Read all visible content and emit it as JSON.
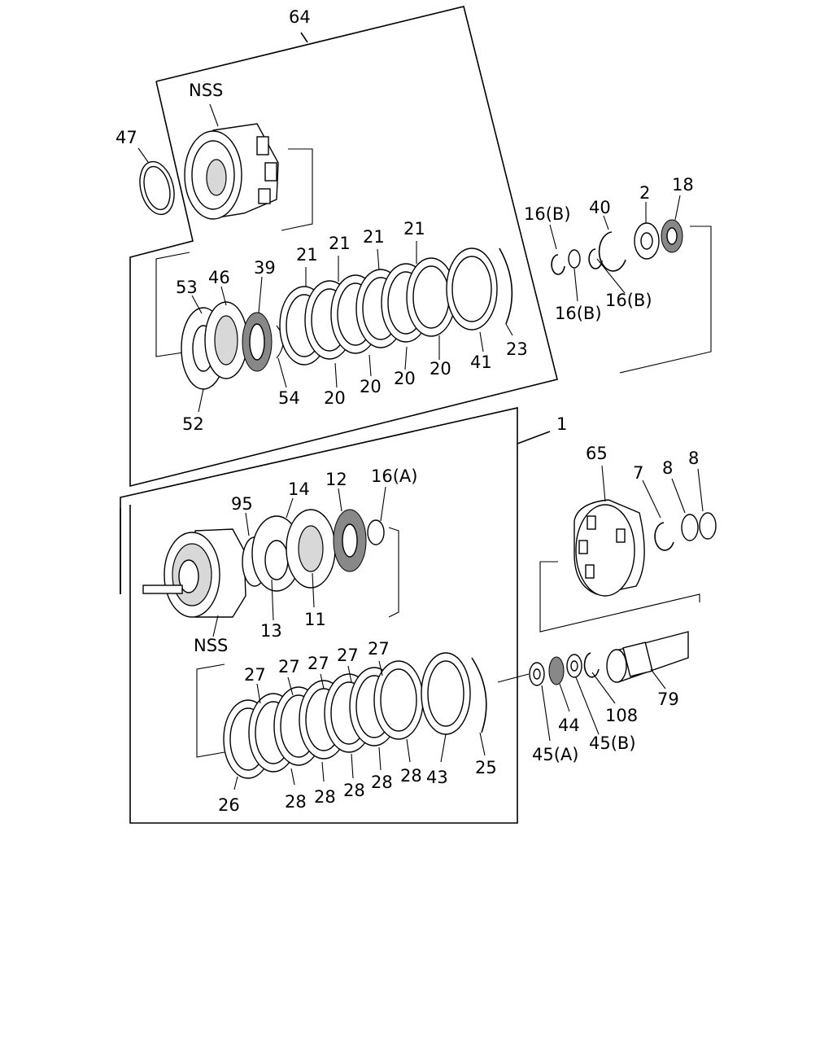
{
  "labels": {
    "l64": "64",
    "lnss1": "NSS",
    "l47": "47",
    "l53": "53",
    "l46": "46",
    "l39": "39",
    "l52": "52",
    "l54": "54",
    "l21a": "21",
    "l21b": "21",
    "l21c": "21",
    "l21d": "21",
    "l20a": "20",
    "l20b": "20",
    "l20c": "20",
    "l20d": "20",
    "l41": "41",
    "l23": "23",
    "l16b1": "16(B)",
    "l40": "40",
    "l2": "2",
    "l18": "18",
    "l16b2": "16(B)",
    "l16b3": "16(B)",
    "l1": "1",
    "l95": "95",
    "l14": "14",
    "l12": "12",
    "l16a": "16(A)",
    "l13": "13",
    "l11": "11",
    "lnss2": "NSS",
    "l65": "65",
    "l7": "7",
    "l8a": "8",
    "l8b": "8",
    "l27a": "27",
    "l27b": "27",
    "l27c": "27",
    "l27d": "27",
    "l27e": "27",
    "l26": "26",
    "l28a": "28",
    "l28b": "28",
    "l28c": "28",
    "l28d": "28",
    "l28e": "28",
    "l43": "43",
    "l25": "25",
    "l44": "44",
    "l45a": "45(A)",
    "l45b": "45(B)",
    "l108": "108",
    "l79": "79"
  }
}
